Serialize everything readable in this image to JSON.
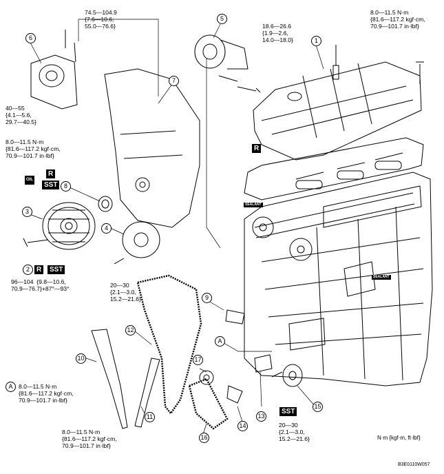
{
  "torques": {
    "t_top": "74.5—104.9\n{7.6—10.6,\n55.0—76.6}",
    "t_tensioner": "18.6—26.6\n{1.9—2.6,\n14.0—18.0}",
    "t_cover": "8.0—11.5 N·m\n{81.6—117.2 kgf·cm,\n70.9—101.7 in·lbf}",
    "t_mount": "40—55\n{4.1—5.6,\n29.7—40.5}",
    "t_front": "8.0—11.5 N·m\n{81.6—117.2 kgf·cm,\n70.9—101.7 in·lbf}",
    "t_pulley": "96—104  {9.8—10.6,\n70.9—76.7}+87°—93°",
    "t_idler": "20—30\n{2.1—3.0,\n15.2—21.6}",
    "t_a": "8.0—11.5 N·m\n{81.6—117.2 kgf·cm,\n70.9—101.7 in·lbf}",
    "t_guide": "8.0—11.5 N·m\n{81.6—117.2 kgf·cm,\n70.9—101.7 in·lbf}",
    "t_sprocket": "20—30\n{2.1—3.0,\n15.2—21.6}"
  },
  "callouts": [
    "1",
    "2",
    "3",
    "4",
    "5",
    "6",
    "7",
    "8",
    "9",
    "10",
    "11",
    "12",
    "13",
    "14",
    "15",
    "16",
    "17"
  ],
  "marks": {
    "r": "R",
    "sst": "SST",
    "sealant": "SEALANT",
    "oil": "OIL",
    "a": "A"
  },
  "legend": "N·m {kgf·m, ft·lbf}",
  "figure_id": "B3E0110W057"
}
